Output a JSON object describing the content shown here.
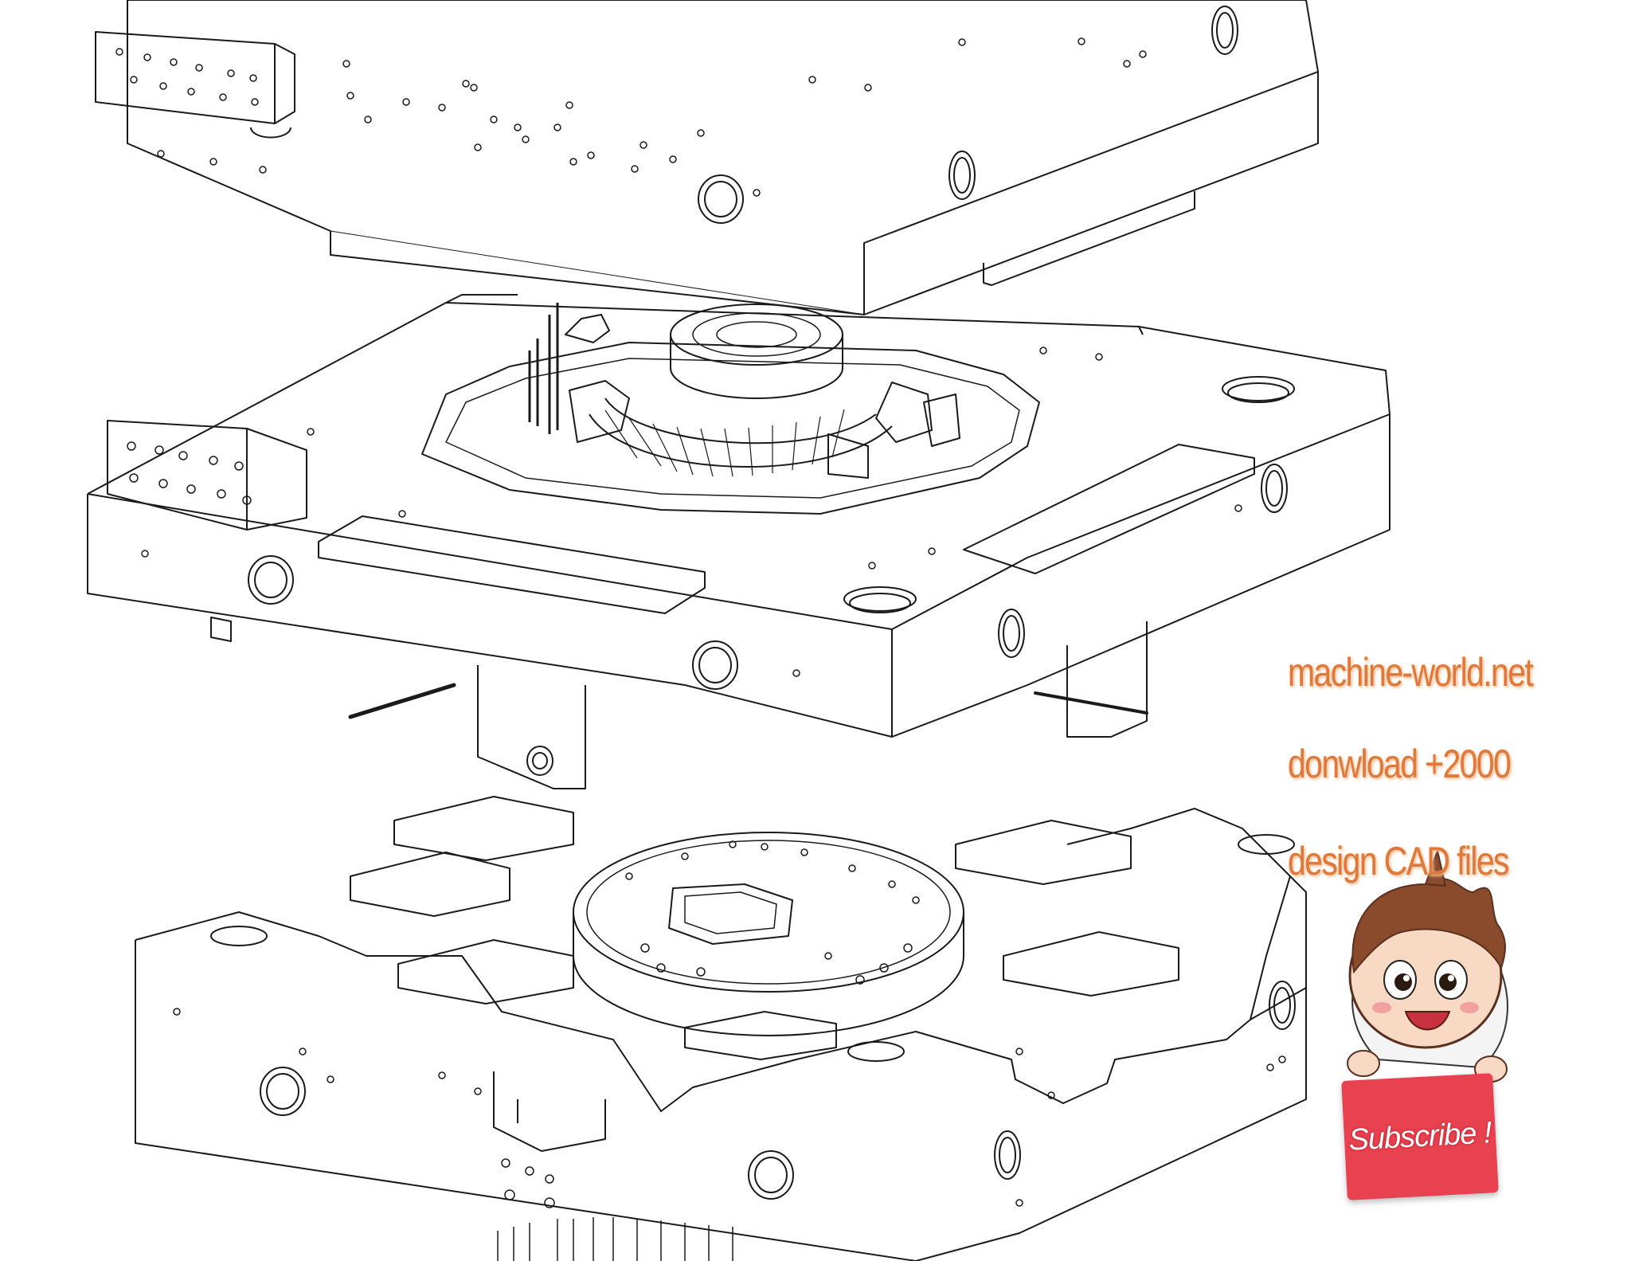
{
  "promo": {
    "line1": "machine-world.net",
    "line2": "donwload +2000",
    "line3": "design CAD files"
  },
  "subscribe_label": "Subscribe !",
  "colors": {
    "background": "#ffffff",
    "line_art": "#1a1a1a",
    "promo_text": "#e0783a",
    "subscribe_button": "#e8414f",
    "skin": "#f7d9c4",
    "hair": "#8a4b2c"
  },
  "icons": [
    "cartoon-mascot-icon"
  ]
}
